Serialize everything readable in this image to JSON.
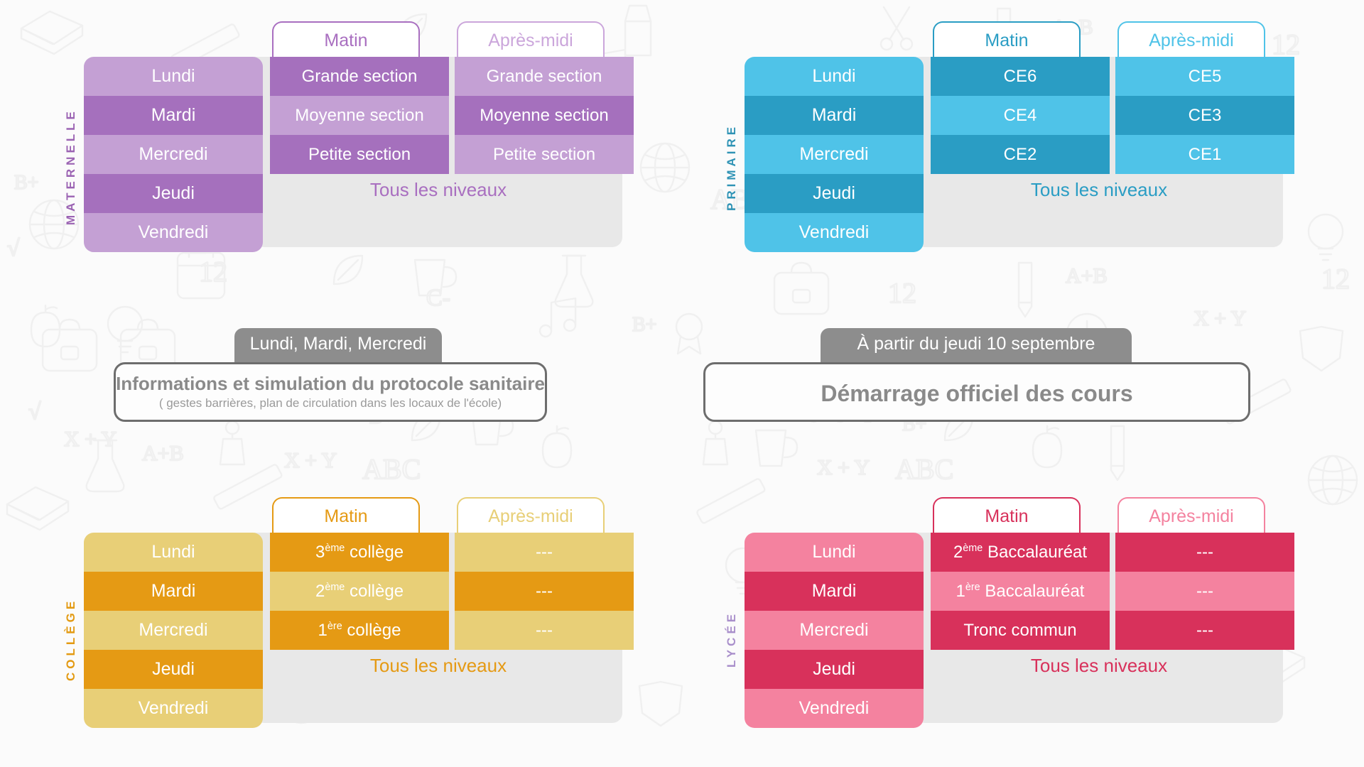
{
  "page": {
    "background": "#fbfbfb",
    "doodle_color": "#f1f1f1"
  },
  "columns": {
    "morning_label": "Matin",
    "afternoon_label": "Après-midi",
    "all_levels_label": "Tous les niveaux"
  },
  "sections": [
    {
      "id": "maternelle",
      "label": "MATERNELLE",
      "label_color": "#9b63b3",
      "colors": {
        "light": "#c4a0d4",
        "dark": "#a570bd",
        "accent": "#a96fc0",
        "header_text": "#a96fc0",
        "header_text_soft": "#c9a4da",
        "border": "#a96fc0",
        "border_soft": "#cba6db",
        "all_levels_text": "#a96fc0"
      },
      "days": [
        "Lundi",
        "Mardi",
        "Mercredi",
        "Jeudi",
        "Vendredi"
      ],
      "morning": [
        "Grande section",
        "Moyenne section",
        "Petite section"
      ],
      "afternoon": [
        "Grande section",
        "Moyenne section",
        "Petite section"
      ]
    },
    {
      "id": "primaire",
      "label": "PRIMAIRE",
      "label_color": "#2f93b5",
      "colors": {
        "light": "#4fc3e8",
        "dark": "#2a9dc4",
        "accent": "#2a9dc4",
        "header_text": "#2a9dc4",
        "header_text_soft": "#4fc3e8",
        "border": "#2a9dc4",
        "border_soft": "#4fc3e8",
        "all_levels_text": "#2a9dc4"
      },
      "days": [
        "Lundi",
        "Mardi",
        "Mercredi",
        "Jeudi",
        "Vendredi"
      ],
      "morning": [
        "CE6",
        "CE4",
        "CE2"
      ],
      "afternoon": [
        "CE5",
        "CE3",
        "CE1"
      ]
    },
    {
      "id": "college",
      "label": "COLLÈGE",
      "label_color": "#e39a12",
      "colors": {
        "light": "#e8cf77",
        "dark": "#e59a14",
        "accent": "#e59a14",
        "header_text": "#e59a14",
        "header_text_soft": "#e8cf77",
        "border": "#e59a14",
        "border_soft": "#e8cf77",
        "all_levels_text": "#e59a14"
      },
      "days": [
        "Lundi",
        "Mardi",
        "Mercredi",
        "Jeudi",
        "Vendredi"
      ],
      "morning": [
        "3<sup>ème</sup> collège",
        "2<sup>ème</sup> collège",
        "1<sup>ère</sup> collège"
      ],
      "afternoon": [
        "---",
        "---",
        "---"
      ]
    },
    {
      "id": "lycee",
      "label": "LYCÉE",
      "label_color": "#a98fcb",
      "colors": {
        "light": "#f4829f",
        "dark": "#d8315b",
        "accent": "#d8315b",
        "header_text": "#d8315b",
        "header_text_soft": "#f4829f",
        "border": "#d8315b",
        "border_soft": "#f4829f",
        "all_levels_text": "#d8315b"
      },
      "days": [
        "Lundi",
        "Mardi",
        "Mercredi",
        "Jeudi",
        "Vendredi"
      ],
      "morning": [
        "2<sup>ème</sup> Baccalauréat",
        "1<sup>ère</sup> Baccalauréat",
        "Tronc commun"
      ],
      "afternoon": [
        "---",
        "---",
        "---"
      ]
    }
  ],
  "callouts": [
    {
      "id": "protocole",
      "tag": "Lundi, Mardi, Mercredi",
      "title": "Informations et simulation du protocole sanitaire",
      "subtitle": "( gestes barrières, plan de circulation dans les locaux de l'école)"
    },
    {
      "id": "demarrage",
      "tag": "À partir du jeudi 10 septembre",
      "title": "Démarrage officiel des cours",
      "subtitle": ""
    }
  ]
}
